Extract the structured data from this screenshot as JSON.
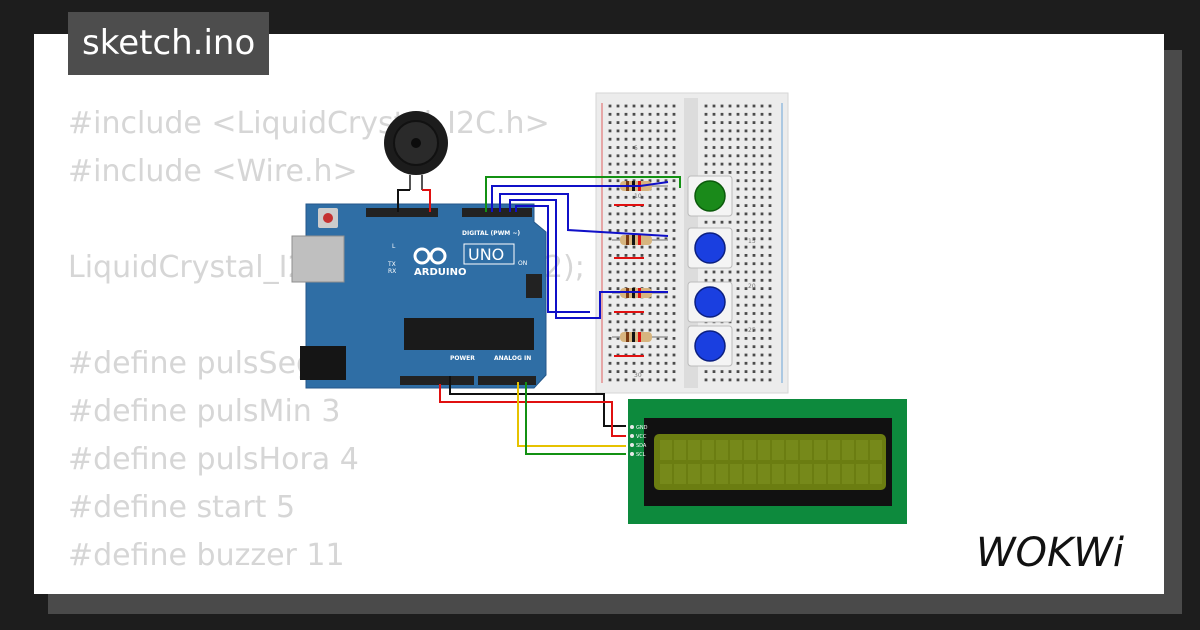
{
  "header": {
    "file_name": "sketch.ino"
  },
  "code": {
    "lines": [
      "#include <LiquidCrystal_I2C.h>",
      "#include <Wire.h>",
      "",
      "LiquidCrystal_I2C lcd(0x27, 16, 2);",
      "",
      "#define pulsSeg 2",
      "#define pulsMin 3",
      "#define pulsHora 4",
      "#define start 5",
      "#define buzzer 11"
    ]
  },
  "arduino": {
    "brand": "ARDUINO",
    "model": "UNO",
    "digital_label": "DIGITAL (PWM ~)",
    "power_label": "POWER",
    "analog_label": "ANALOG IN",
    "on_label": "ON",
    "tx_label": "TX",
    "rx_label": "RX",
    "l_label": "L"
  },
  "lcd": {
    "pins": [
      "GND",
      "VCC",
      "SDA",
      "SCL"
    ]
  },
  "breadboard": {
    "row_labels": [
      "5",
      "10",
      "15",
      "20",
      "25",
      "30"
    ]
  },
  "colors": {
    "board": "#2f6ea5",
    "button_green": "#1a8a1a",
    "button_blue": "#1a3fe0",
    "lcd_pcb": "#0d8a3d",
    "lcd_screen": "#6b7d11",
    "wire_red": "#e01010",
    "wire_black": "#111111",
    "wire_green": "#139113",
    "wire_blue": "#1010c8",
    "wire_yellow": "#e6c200"
  },
  "brand": {
    "logo_text": "WOKWi"
  }
}
